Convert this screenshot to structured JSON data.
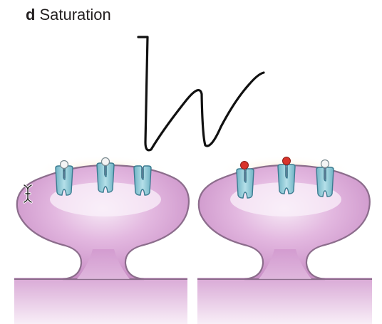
{
  "figure": {
    "panel_letter": "d",
    "title": "Saturation"
  },
  "icons": {
    "cursor": "text-cursor-icon",
    "drawing": "handwritten-w-stroke"
  },
  "colors": {
    "spine_outline": "#8c6d8c",
    "spine_fill_edge": "#c98fc6",
    "spine_fill_center": "#f6e6f5",
    "receptor_fill": "#8fc9d6",
    "receptor_outline": "#3b7b90",
    "ligand_empty": "#f4f4f4",
    "ligand_bound": "#d9342b",
    "glow": "#fbe7c2",
    "ink": "#111111"
  },
  "spines": [
    {
      "name": "left-spine",
      "receptors": [
        {
          "state": "empty"
        },
        {
          "state": "empty"
        },
        {
          "state": "none"
        }
      ]
    },
    {
      "name": "right-spine",
      "receptors": [
        {
          "state": "bound"
        },
        {
          "state": "bound"
        },
        {
          "state": "empty"
        }
      ]
    }
  ]
}
